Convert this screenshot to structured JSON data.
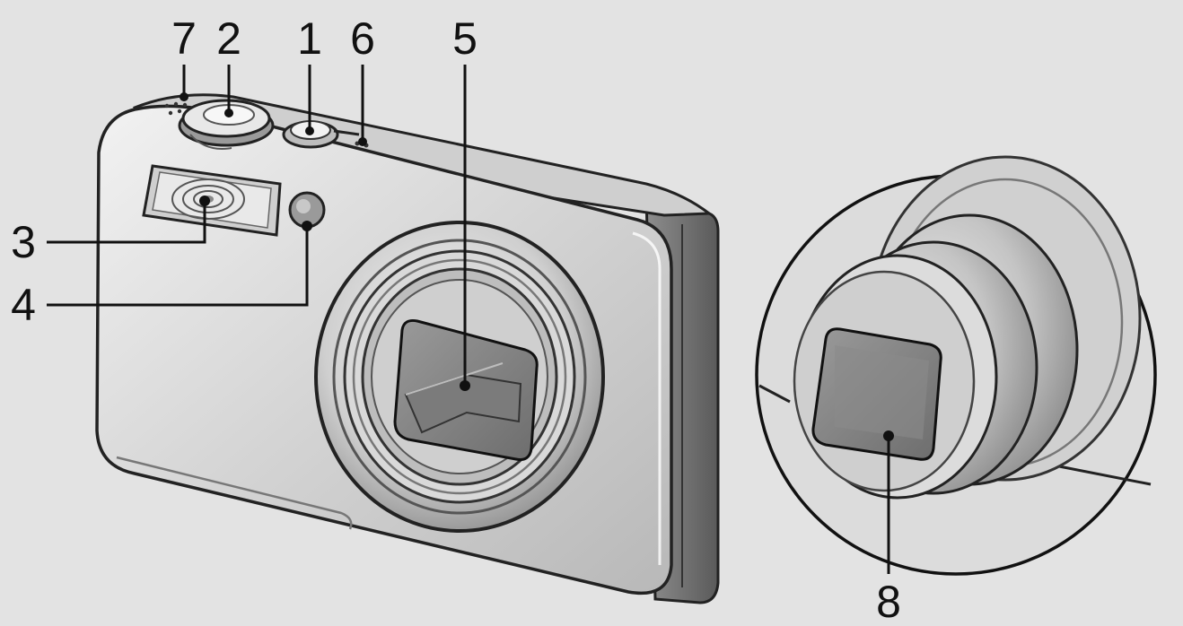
{
  "background_color": "#e3e3e3",
  "callouts": {
    "c1": "1",
    "c2": "2",
    "c3": "3",
    "c4": "4",
    "c5": "5",
    "c6": "6",
    "c7": "7",
    "c8": "8"
  },
  "illustrations": [
    "compact-digital-camera-front-view",
    "lens-extended-detail-circle"
  ]
}
